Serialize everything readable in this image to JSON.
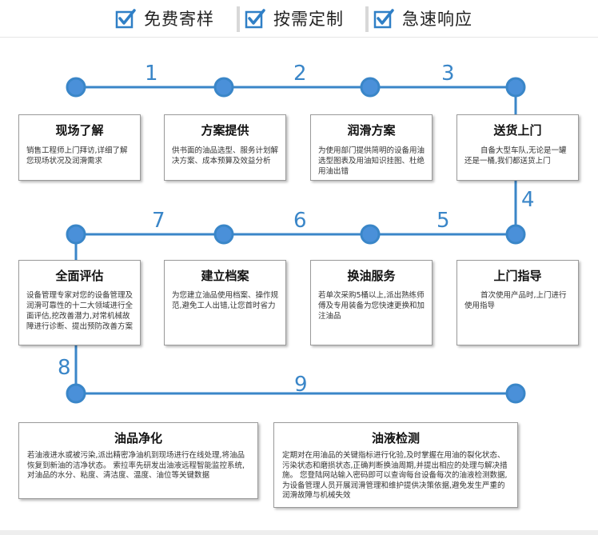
{
  "header": {
    "items": [
      "免费寄样",
      "按需定制",
      "急速响应"
    ]
  },
  "colors": {
    "accent": "#3a86c8",
    "node_fill": "#4a90d9",
    "check": "#2f7fc6"
  },
  "steps": {
    "n1": "1",
    "n2": "2",
    "n3": "3",
    "n4": "4",
    "n5": "5",
    "n6": "6",
    "n7": "7",
    "n8": "8",
    "n9": "9"
  },
  "cards": {
    "c1": {
      "title": "现场了解",
      "desc": "销售工程师上门拜访,详细了解您现场状况及润滑需求"
    },
    "c2": {
      "title": "方案提供",
      "desc": "供书面的油品选型、服务计划解决方案、成本预算及效益分析"
    },
    "c3": {
      "title": "润滑方案",
      "desc": "为使用部门提供简明的设备用油选型图表及用油知识挂图、杜绝用油出错"
    },
    "c4": {
      "title": "送货上门",
      "desc": "自备大型车队,无论是一罐还是一桶,我们都送货上门"
    },
    "c5": {
      "title": "全面评估",
      "desc": "设备管理专家对您的设备管理及润滑可靠性的十二大领域进行全面评估,挖改善潜力,对常机械故障进行诊断、提出预防改善方案"
    },
    "c6": {
      "title": "建立档案",
      "desc": "为您建立油品使用档案、操作规范,避免工人出错,让您首时省力"
    },
    "c7": {
      "title": "换油服务",
      "desc": "若单次采购5桶以上,派出熟练师傅及专用装备为您快速更换和加注油品"
    },
    "c8": {
      "title": "上门指导",
      "desc": "首次使用产品时,上门进行使用指导"
    },
    "c9": {
      "title": "油品净化",
      "desc": "若油液进水或被污染,派出精密净油机到现场进行在线处理,将油品恢复到新油的洁净状态。 索拉率先研发出油液远程智能监控系统,对油品的水分、粘度、清洁度、温度、油位等关键数据"
    },
    "c10": {
      "title": "油液检测",
      "desc": "定期对在用油品的关键指标进行化验,及时掌握在用油的裂化状态、污染状态和磨损状态,正确判断换油周期,并提出相应的处理与解决措施。 您登陆网站输入密码即可以查询每台设备每次的油液检测数据,为设备管理人员开展润滑管理和维护提供决策依据,避免发生严重的润滑故障与机械失效"
    }
  }
}
